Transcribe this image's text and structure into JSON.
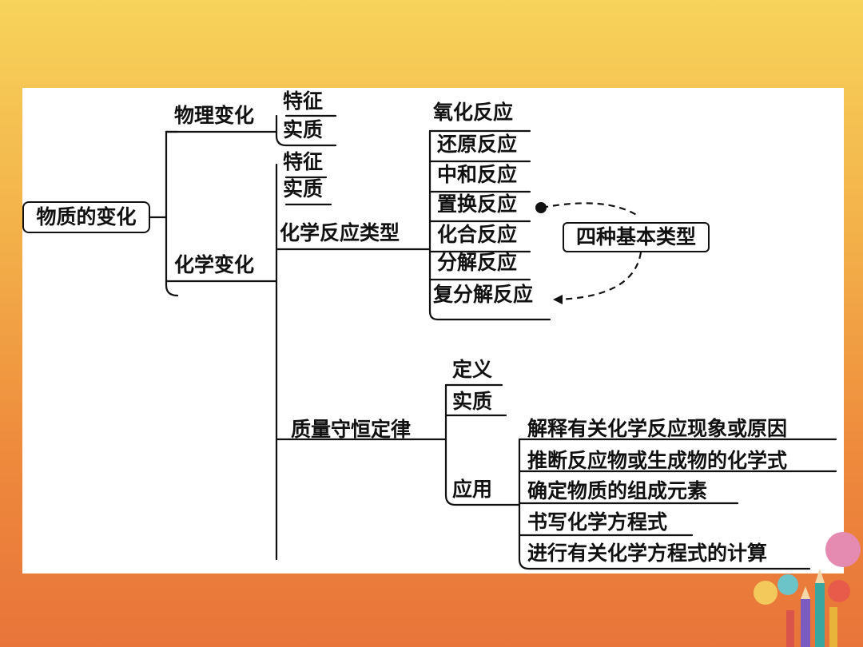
{
  "root": "物质的变化",
  "physical": {
    "label": "物理变化",
    "children": [
      "特征",
      "实质"
    ]
  },
  "chemical": {
    "label": "化学变化",
    "children": [
      "特征",
      "实质"
    ],
    "reaction_types": {
      "label": "化学反应类型",
      "items": [
        "氧化反应",
        "还原反应",
        "中和反应",
        "置换反应",
        "化合反应",
        "分解反应",
        "复分解反应"
      ],
      "basic_types": "四种基本类型"
    },
    "mass_conservation": {
      "label": "质量守恒定律",
      "children": [
        "定义",
        "实质"
      ],
      "application": {
        "label": "应用",
        "items": [
          "解释有关化学反应现象或原因",
          "推断反应物或生成物的化学式",
          "确定物质的组成元素",
          "书写化学方程式",
          "进行有关化学方程式的计算"
        ]
      }
    }
  },
  "colors": {
    "background_top": "#f7d35a",
    "background_bottom": "#e8743a",
    "panel": "#ffffff",
    "ink": "#111111"
  }
}
